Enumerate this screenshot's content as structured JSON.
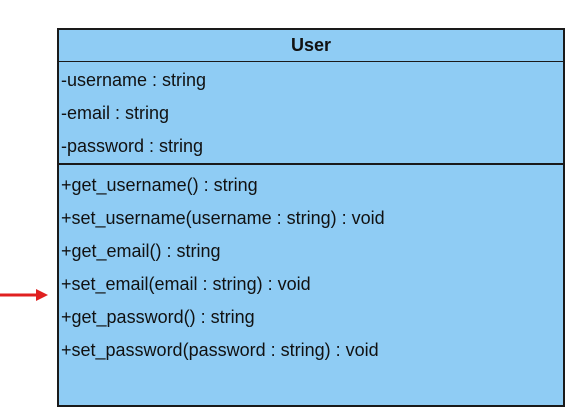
{
  "diagram": {
    "class_name": "User",
    "attributes": [
      "-username : string",
      "-email : string",
      "-password : string"
    ],
    "methods": [
      "+get_username() : string",
      "+set_username(username : string) : void",
      "+get_email() : string",
      "+set_email(email : string) : void",
      "+get_password() : string",
      "+set_password(password : string) : void"
    ],
    "fill_color": "#8fccf4",
    "border_color": "#1a1a1a",
    "arrow_color": "#e02020",
    "arrow_points_to": "+set_email(email : string) : void"
  }
}
